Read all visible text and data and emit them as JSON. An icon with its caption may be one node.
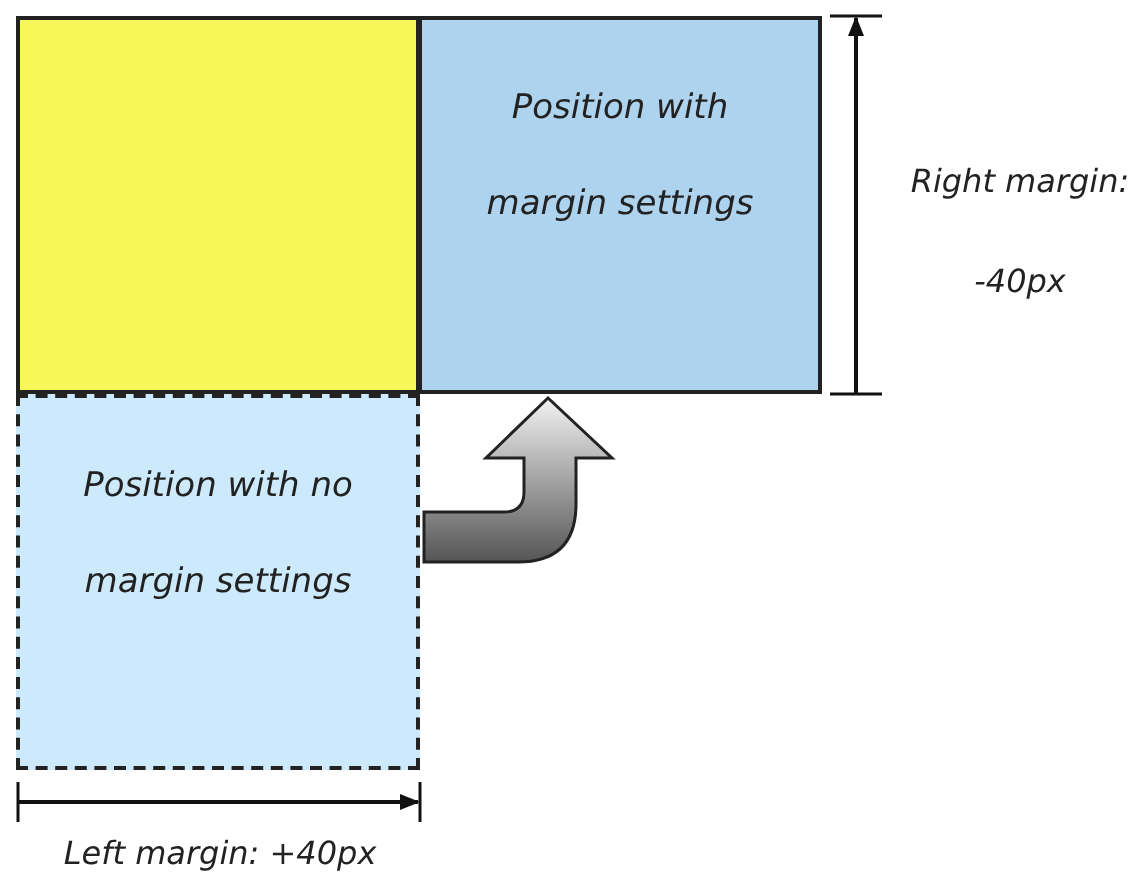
{
  "diagram": {
    "nodes": [
      {
        "text": [],
        "shape": "box"
      },
      {
        "text": [
          "Position with margin settings"
        ]
      },
      {
        "text": [
          "Position with no margin settings"
        ]
      }
    ],
    "edges": [
      {
        "from": 2,
        "to": 1,
        "arrow": "to"
      }
    ],
    "labels": [
      "Right margin: -40px",
      "Left margin: +40px"
    ]
  }
}
